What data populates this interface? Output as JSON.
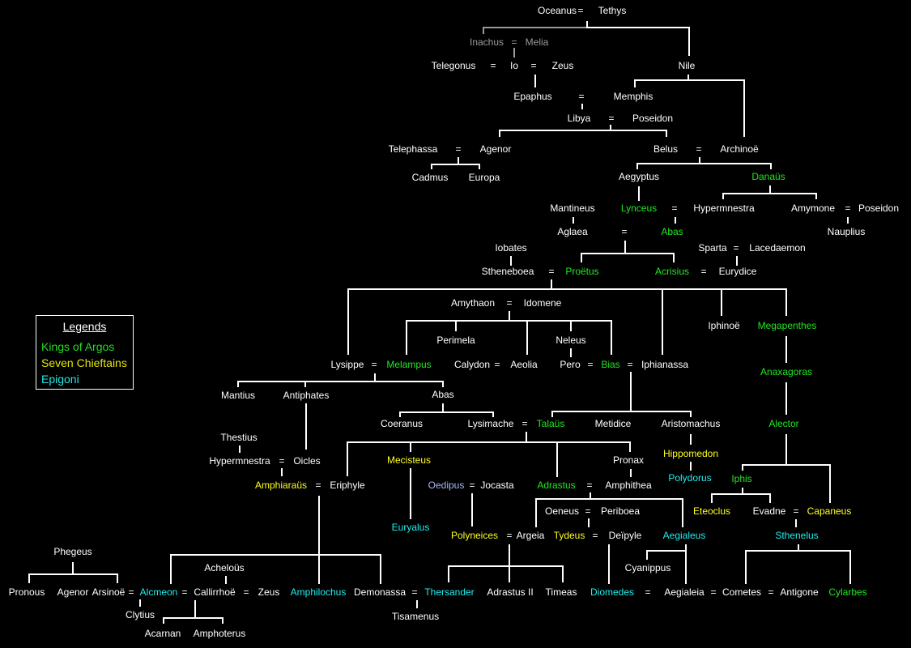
{
  "legend": {
    "title": "Legends",
    "items": [
      {
        "label": "Kings of Argos",
        "color": "#22dd22"
      },
      {
        "label": "Seven Chieftains",
        "color": "#e6e600"
      },
      {
        "label": "Epigoni",
        "color": "#22e6e6"
      }
    ]
  },
  "colors": {
    "default": "#ffffff",
    "uncertain": "#9a9a9a",
    "kings_of_argos": "#22e622",
    "seven_chieftains": "#ffff22",
    "epigoni": "#22eeee",
    "other_highlight": "#a8b8f0"
  },
  "nodes": [
    {
      "text": "Oceanus",
      "role": "w"
    },
    {
      "text": "=",
      "role": "l"
    },
    {
      "text": "Tethys",
      "role": "w"
    },
    {
      "text": "Inachus",
      "role": "g"
    },
    {
      "text": "=",
      "role": "g"
    },
    {
      "text": "Melia",
      "role": "g"
    },
    {
      "text": "Telegonus",
      "role": "w"
    },
    {
      "text": "=",
      "role": "l"
    },
    {
      "text": "Io",
      "role": "w"
    },
    {
      "text": "=",
      "role": "l"
    },
    {
      "text": "Zeus",
      "role": "w"
    },
    {
      "text": "Nile",
      "role": "w"
    },
    {
      "text": "Epaphus",
      "role": "w"
    },
    {
      "text": "=",
      "role": "l"
    },
    {
      "text": "Memphis",
      "role": "w"
    },
    {
      "text": "Libya",
      "role": "w"
    },
    {
      "text": "=",
      "role": "l"
    },
    {
      "text": "Poseidon",
      "role": "w"
    },
    {
      "text": "Telephassa",
      "role": "w"
    },
    {
      "text": "=",
      "role": "l"
    },
    {
      "text": "Agenor",
      "role": "w"
    },
    {
      "text": "Belus",
      "role": "w"
    },
    {
      "text": "=",
      "role": "l"
    },
    {
      "text": "Archinoë",
      "role": "w"
    },
    {
      "text": "Cadmus",
      "role": "w"
    },
    {
      "text": "Europa",
      "role": "w"
    },
    {
      "text": "Aegyptus",
      "role": "w"
    },
    {
      "text": "Danaüs",
      "role": "k"
    },
    {
      "text": "Mantineus",
      "role": "w"
    },
    {
      "text": "Lynceus",
      "role": "k"
    },
    {
      "text": "=",
      "role": "l"
    },
    {
      "text": "Hypermnestra",
      "role": "w"
    },
    {
      "text": "Amymone",
      "role": "w"
    },
    {
      "text": "=",
      "role": "l"
    },
    {
      "text": "Poseidon",
      "role": "w"
    },
    {
      "text": "Aglaea",
      "role": "w"
    },
    {
      "text": "=",
      "role": "l"
    },
    {
      "text": "Abas",
      "role": "k"
    },
    {
      "text": "Nauplius",
      "role": "w"
    },
    {
      "text": "Iobates",
      "role": "w"
    },
    {
      "text": "Sparta",
      "role": "w"
    },
    {
      "text": "=",
      "role": "l"
    },
    {
      "text": "Lacedaemon",
      "role": "w"
    },
    {
      "text": "Stheneboea",
      "role": "w"
    },
    {
      "text": "=",
      "role": "l"
    },
    {
      "text": "Proëtus",
      "role": "k"
    },
    {
      "text": "Acrisius",
      "role": "k"
    },
    {
      "text": "=",
      "role": "l"
    },
    {
      "text": "Eurydice",
      "role": "w"
    },
    {
      "text": "Amythaon",
      "role": "w"
    },
    {
      "text": "=",
      "role": "l"
    },
    {
      "text": "Idomene",
      "role": "w"
    },
    {
      "text": "Iphinoë",
      "role": "w"
    },
    {
      "text": "Megapenthes",
      "role": "k"
    },
    {
      "text": "Perimela",
      "role": "w"
    },
    {
      "text": "Neleus",
      "role": "w"
    },
    {
      "text": "Lysippe",
      "role": "w"
    },
    {
      "text": "=",
      "role": "l"
    },
    {
      "text": "Melampus",
      "role": "k"
    },
    {
      "text": "Calydon",
      "role": "w"
    },
    {
      "text": "=",
      "role": "l"
    },
    {
      "text": "Aeolia",
      "role": "w"
    },
    {
      "text": "Pero",
      "role": "w"
    },
    {
      "text": "=",
      "role": "l"
    },
    {
      "text": "Bias",
      "role": "k"
    },
    {
      "text": "=",
      "role": "l"
    },
    {
      "text": "Iphianassa",
      "role": "w"
    },
    {
      "text": "Anaxagoras",
      "role": "k"
    },
    {
      "text": "Mantius",
      "role": "w"
    },
    {
      "text": "Antiphates",
      "role": "w"
    },
    {
      "text": "Abas",
      "role": "w"
    },
    {
      "text": "Coeranus",
      "role": "w"
    },
    {
      "text": "Lysimache",
      "role": "w"
    },
    {
      "text": "=",
      "role": "l"
    },
    {
      "text": "Talaüs",
      "role": "k"
    },
    {
      "text": "Metidice",
      "role": "w"
    },
    {
      "text": "Aristomachus",
      "role": "w"
    },
    {
      "text": "Alector",
      "role": "k"
    },
    {
      "text": "Thestius",
      "role": "w"
    },
    {
      "text": "Hypermnestra",
      "role": "w"
    },
    {
      "text": "=",
      "role": "l"
    },
    {
      "text": "Oicles",
      "role": "w"
    },
    {
      "text": "Mecisteus",
      "role": "s"
    },
    {
      "text": "Pronax",
      "role": "w"
    },
    {
      "text": "Hippomedon",
      "role": "s"
    },
    {
      "text": "Amphiaraüs",
      "role": "s"
    },
    {
      "text": "=",
      "role": "l"
    },
    {
      "text": "Eriphyle",
      "role": "w"
    },
    {
      "text": "Oedipus",
      "role": "o"
    },
    {
      "text": "=",
      "role": "l"
    },
    {
      "text": "Jocasta",
      "role": "w"
    },
    {
      "text": "Adrastus",
      "role": "k"
    },
    {
      "text": "=",
      "role": "l"
    },
    {
      "text": "Amphithea",
      "role": "w"
    },
    {
      "text": "Polydorus",
      "role": "e"
    },
    {
      "text": "Iphis",
      "role": "k"
    },
    {
      "text": "Oeneus",
      "role": "w"
    },
    {
      "text": "=",
      "role": "l"
    },
    {
      "text": "Periboea",
      "role": "w"
    },
    {
      "text": "Eteoclus",
      "role": "s"
    },
    {
      "text": "Evadne",
      "role": "w"
    },
    {
      "text": "=",
      "role": "l"
    },
    {
      "text": "Capaneus",
      "role": "s"
    },
    {
      "text": "Euryalus",
      "role": "e"
    },
    {
      "text": "Polyneices",
      "role": "s"
    },
    {
      "text": "=",
      "role": "l"
    },
    {
      "text": "Argeia",
      "role": "w"
    },
    {
      "text": "Tydeus",
      "role": "s"
    },
    {
      "text": "=",
      "role": "l"
    },
    {
      "text": "Deïpyle",
      "role": "w"
    },
    {
      "text": "Aegialeus",
      "role": "e"
    },
    {
      "text": "Sthenelus",
      "role": "e"
    },
    {
      "text": "Phegeus",
      "role": "w"
    },
    {
      "text": "Acheloüs",
      "role": "w"
    },
    {
      "text": "Cyanippus",
      "role": "w"
    },
    {
      "text": "Pronous",
      "role": "w"
    },
    {
      "text": "Agenor",
      "role": "w"
    },
    {
      "text": "Arsinoë",
      "role": "w"
    },
    {
      "text": "=",
      "role": "l"
    },
    {
      "text": "Alcmeon",
      "role": "e"
    },
    {
      "text": "=",
      "role": "l"
    },
    {
      "text": "Callirrhoë",
      "role": "w"
    },
    {
      "text": "=",
      "role": "l"
    },
    {
      "text": "Zeus",
      "role": "w"
    },
    {
      "text": "Amphilochus",
      "role": "e"
    },
    {
      "text": "Demonassa",
      "role": "w"
    },
    {
      "text": "=",
      "role": "l"
    },
    {
      "text": "Thersander",
      "role": "e"
    },
    {
      "text": "Adrastus II",
      "role": "w"
    },
    {
      "text": "Timeas",
      "role": "w"
    },
    {
      "text": "Diomedes",
      "role": "e"
    },
    {
      "text": "=",
      "role": "l"
    },
    {
      "text": "Aegialeia",
      "role": "w"
    },
    {
      "text": "=",
      "role": "l"
    },
    {
      "text": "Cometes",
      "role": "w"
    },
    {
      "text": "=",
      "role": "l"
    },
    {
      "text": "Antigone",
      "role": "w"
    },
    {
      "text": "Cylarbes",
      "role": "k"
    },
    {
      "text": "Clytius",
      "role": "w"
    },
    {
      "text": "Tisamenus",
      "role": "w"
    },
    {
      "text": "Acarnan",
      "role": "w"
    },
    {
      "text": "Amphoterus",
      "role": "w"
    }
  ]
}
